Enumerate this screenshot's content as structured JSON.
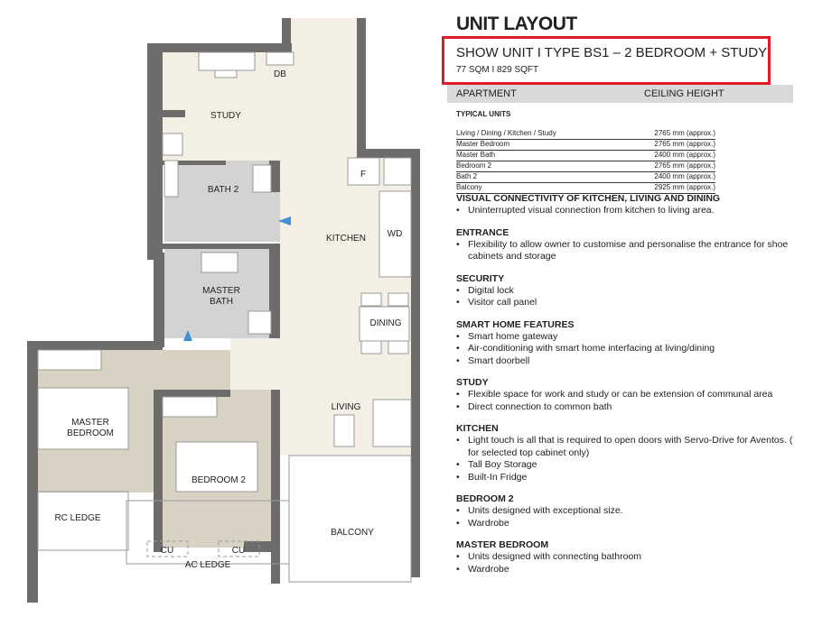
{
  "header": {
    "title": "UNIT LAYOUT",
    "unit_name": "SHOW UNIT I TYPE BS1 – 2 BEDROOM + STUDY",
    "size": "77 SQM I 829 SQFT",
    "highlight_color": "#e21c26"
  },
  "table": {
    "col1": "APARTMENT",
    "col2": "CEILING HEIGHT",
    "group": "TYPICAL UNITS",
    "rows": [
      {
        "room": "Living / Dining / Kitchen / Study",
        "height": "2765 mm (approx.)"
      },
      {
        "room": "Master Bedroom",
        "height": "2765 mm (approx.)"
      },
      {
        "room": "Master Bath",
        "height": "2400 mm (approx.)"
      },
      {
        "room": "Bedroom 2",
        "height": "2765 mm (approx.)"
      },
      {
        "room": "Bath  2",
        "height": "2400 mm (approx.)"
      },
      {
        "room": "Balcony",
        "height": "2925 mm (approx.)"
      }
    ]
  },
  "features": [
    {
      "title": "VISUAL CONNECTIVITY OF KITCHEN, LIVING AND DINING",
      "items": [
        "Uninterrupted visual connection from kitchen to living area."
      ]
    },
    {
      "title": "ENTRANCE",
      "items": [
        "Flexibility to allow owner to customise and personalise the entrance for shoe cabinets and storage"
      ]
    },
    {
      "title": "SECURITY",
      "items": [
        "Digital lock",
        "Visitor call panel"
      ]
    },
    {
      "title": "SMART HOME FEATURES",
      "items": [
        "Smart home gateway",
        "Air-conditioning with smart home interfacing at living/dining",
        "Smart doorbell"
      ]
    },
    {
      "title": "STUDY",
      "items": [
        "Flexible space for work and study or can be extension of communal area",
        "Direct connection to common bath"
      ]
    },
    {
      "title": "KITCHEN",
      "items": [
        "Light touch is all that is required to open doors with Servo-Drive for Aventos. ( for selected top cabinet only)",
        "Tall Boy Storage",
        "Built-In Fridge"
      ]
    },
    {
      "title": "BEDROOM 2",
      "items": [
        "Units designed with exceptional size.",
        "Wardrobe"
      ]
    },
    {
      "title": "MASTER BEDROOM",
      "items": [
        "Units designed with connecting bathroom",
        "Wardrobe"
      ]
    }
  ],
  "plan": {
    "labels": {
      "study": "STUDY",
      "db": "DB",
      "bath2": "BATH 2",
      "f": "F",
      "kitchen": "KITCHEN",
      "wd": "WD",
      "master_bath_1": "MASTER",
      "master_bath_2": "BATH",
      "dining": "DINING",
      "master_bed_1": "MASTER",
      "master_bed_2": "BEDROOM",
      "living": "LIVING",
      "bedroom2": "BEDROOM 2",
      "rc_ledge": "RC LEDGE",
      "balcony": "BALCONY",
      "cu1": "CU",
      "cu2": "CU",
      "ac_ledge": "AC LEDGE"
    }
  }
}
